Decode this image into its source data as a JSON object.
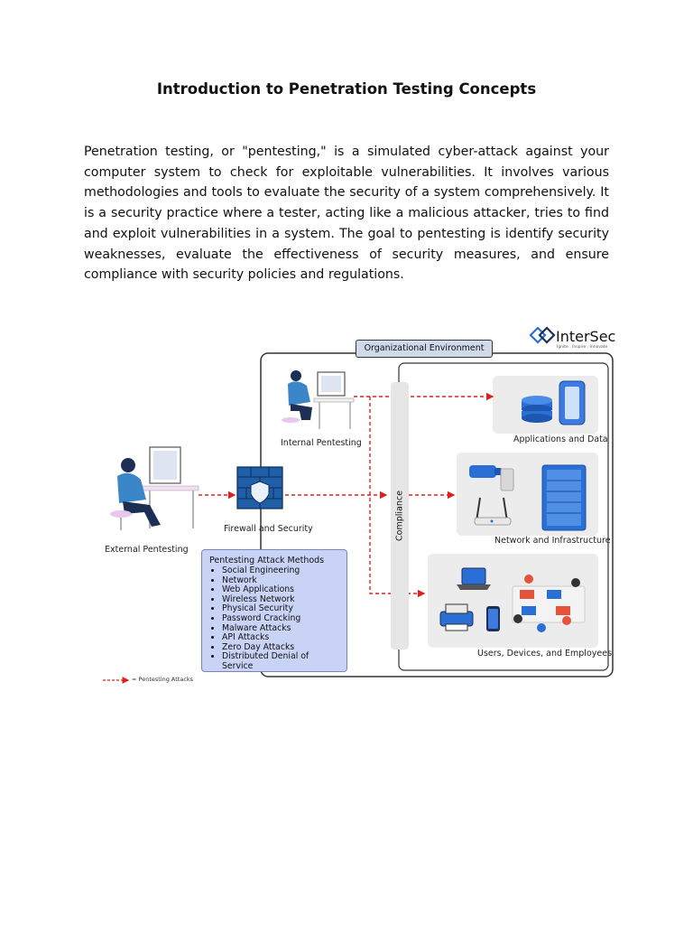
{
  "document": {
    "title": "Introduction to Penetration Testing Concepts",
    "intro": "Penetration testing, or \"pentesting,\" is a simulated cyber-attack against your computer system to check for exploitable vulnerabilities. It involves various methodologies and tools to evaluate the security of a system comprehensively. It is a security practice where a tester, acting like a malicious attacker, tries to find and exploit vulnerabilities in a system. The goal to pentesting is identify security weaknesses, evaluate the effectiveness of security measures, and ensure compliance with security policies and regulations."
  },
  "diagram": {
    "logo": {
      "name": "InterSec",
      "tagline": "Ignite . Inspire . Innovate"
    },
    "org_environment": "Organizational Environment",
    "internal_pentesting": "Internal Pentesting",
    "external_pentesting": "External Pentesting",
    "firewall": "Firewall and Security",
    "compliance": "Compliance",
    "targets": {
      "apps": "Applications and Data",
      "network": "Network and Infrastructure",
      "users": "Users, Devices, and Employees"
    },
    "methods": {
      "title": "Pentesting Attack Methods",
      "items": [
        "Social Engineering",
        "Network",
        "Web Applications",
        "Wireless Network",
        "Physical Security",
        "Password Cracking",
        "Malware Attacks",
        "API Attacks",
        "Zero Day Attacks",
        "Distributed Denial of Service"
      ]
    },
    "legend": "= Pentesting Attacks",
    "colors": {
      "attack_arrow": "#e02020",
      "tester_shirt": "#3a86c8",
      "firewall_blue": "#1f5fa8",
      "server_blue": "#2a6fd6",
      "panel_grey": "#ececec",
      "methods_box": "#c8d3f5"
    }
  }
}
